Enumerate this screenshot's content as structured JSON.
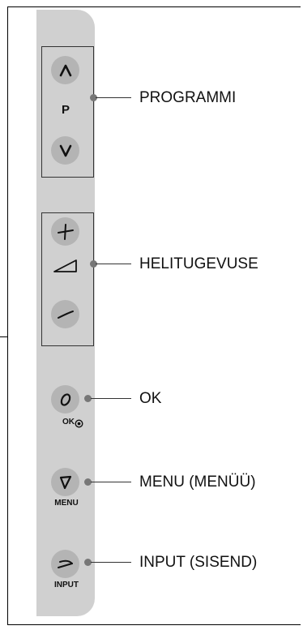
{
  "labels": {
    "programmi": "PROGRAMMI",
    "helitugevuse": "HELITUGEVUSE",
    "ok": "OK",
    "menu": "MENU (MENÜÜ)",
    "input": "INPUT (SISEND)"
  },
  "button_text": {
    "p": "P",
    "ok": "OK",
    "menu": "MENU",
    "input": "INPUT"
  },
  "icons": [
    "program-up-icon",
    "program-down-icon",
    "volume-up-icon",
    "volume-icon",
    "volume-down-icon",
    "ok-icon",
    "menu-icon",
    "input-icon"
  ],
  "colors": {
    "panel": "#d0d0d0",
    "button": "#b4b4b4",
    "dot": "#777777",
    "line": "#333333"
  }
}
